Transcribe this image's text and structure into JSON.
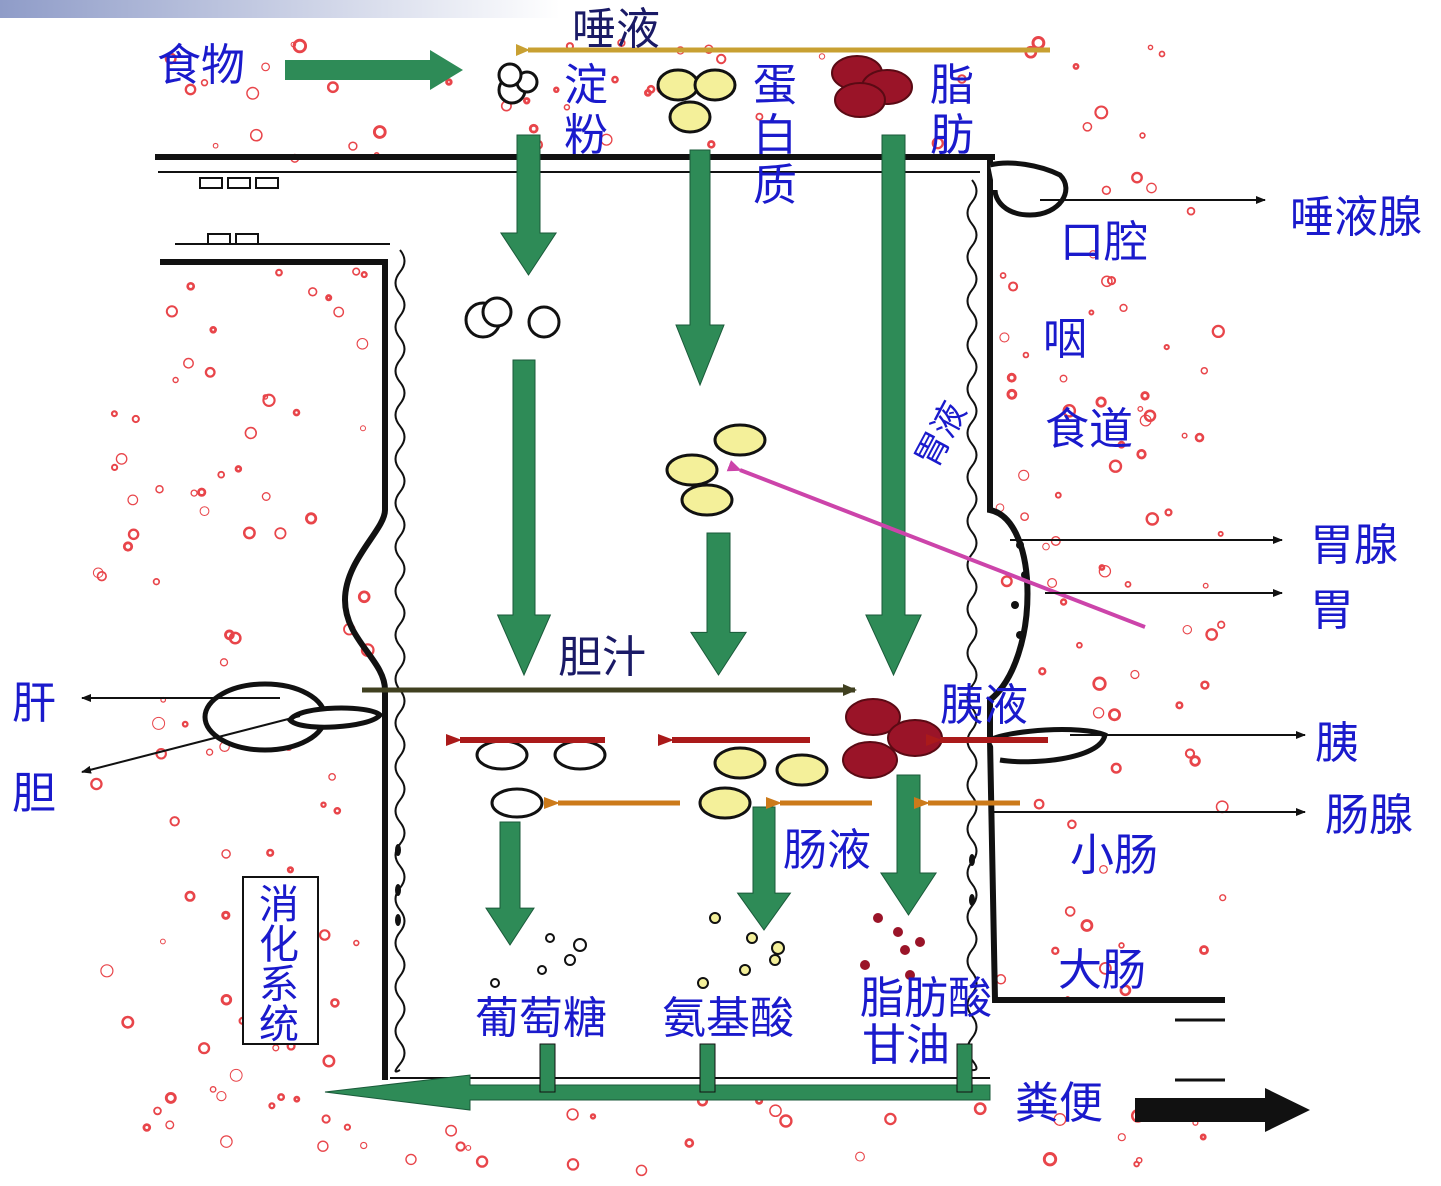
{
  "top_band_color": "#9aa6cf",
  "colors": {
    "label": "#1a1acc",
    "flow_arrow": "#2e8b57",
    "saliva_arrow": "#c8a032",
    "gastric_arrow": "#cc44aa",
    "bile_arrow": "#404020",
    "pancreatic_arrow": "#aa1a1a",
    "intestinal_arrow": "#cc7a1a",
    "fat_drop": "#9a1428",
    "protein_drop": "#f4f09a",
    "speckle": "#e8454a"
  },
  "input": {
    "food": "食物",
    "saliva": "唾液"
  },
  "nutrients": {
    "starch": "淀粉",
    "protein": "蛋白质",
    "fat": "脂肪"
  },
  "digestive_juices": {
    "gastric_juice": "胃液",
    "bile": "胆汁",
    "pancreatic_juice": "胰液",
    "intestinal_juice": "肠液"
  },
  "organs_right": {
    "salivary_gland": "唾液腺",
    "mouth": "口腔",
    "pharynx": "咽",
    "esophagus": "食道",
    "gastric_gland": "胃腺",
    "stomach": "胃",
    "pancreas": "胰",
    "intestinal_gland": "肠腺",
    "small_intestine": "小肠",
    "large_intestine": "大肠",
    "feces": "粪便"
  },
  "organs_left": {
    "liver": "肝",
    "gallbladder": "胆"
  },
  "products": {
    "glucose": "葡萄糖",
    "amino_acid": "氨基酸",
    "fatty_acid": "脂肪酸",
    "glycerol": "甘油"
  },
  "system_title": "消化系统"
}
